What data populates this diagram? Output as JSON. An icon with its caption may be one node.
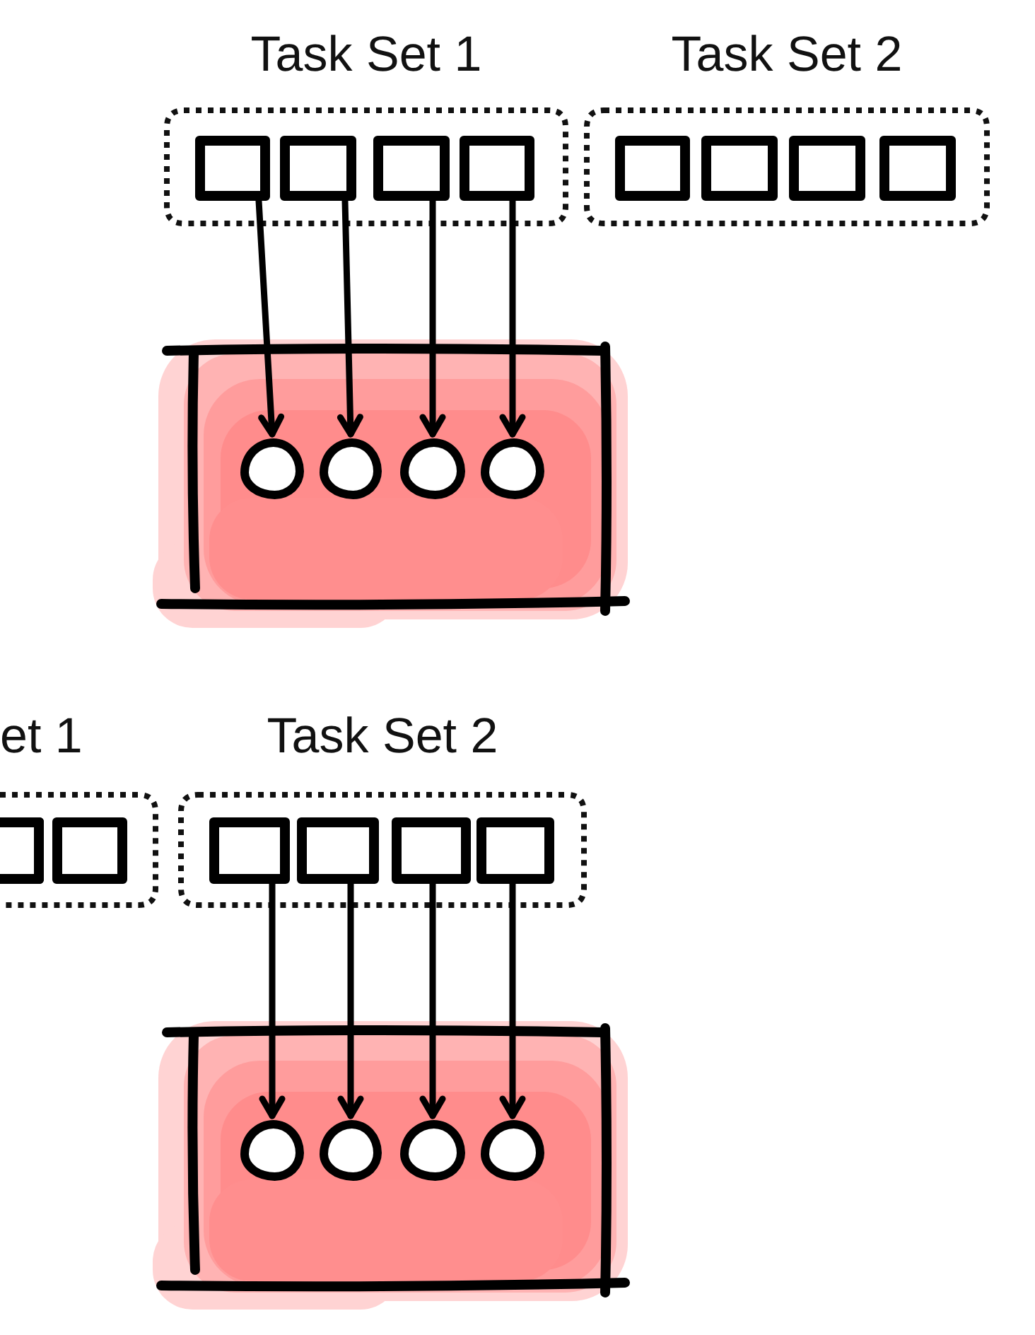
{
  "diagram": {
    "nodes": [
      {
        "text": [
          "Task Set 1"
        ]
      },
      {
        "text": [],
        "shape": "box",
        "in": 0
      },
      {
        "text": [],
        "shape": "box",
        "in": 0
      },
      {
        "text": [],
        "shape": "box",
        "in": 0
      },
      {
        "text": [],
        "shape": "box",
        "in": 0
      },
      {
        "text": [
          "Task Set 2"
        ]
      },
      {
        "text": [],
        "shape": "box",
        "in": 5
      },
      {
        "text": [],
        "shape": "box",
        "in": 5
      },
      {
        "text": [],
        "shape": "box",
        "in": 5
      },
      {
        "text": [],
        "shape": "box",
        "in": 5
      },
      {
        "text": [],
        "shape": "box"
      },
      {
        "text": [],
        "shape": "circle",
        "in": 10
      },
      {
        "text": [],
        "shape": "circle",
        "in": 10
      },
      {
        "text": [],
        "shape": "circle",
        "in": 10
      },
      {
        "text": [],
        "shape": "circle",
        "in": 10
      },
      {
        "text": [
          "et 1"
        ]
      },
      {
        "text": [],
        "shape": "box",
        "in": 15
      },
      {
        "text": [],
        "shape": "box",
        "in": 15
      },
      {
        "text": [
          "Task Set 2"
        ]
      },
      {
        "text": [],
        "shape": "box",
        "in": 18
      },
      {
        "text": [],
        "shape": "box",
        "in": 18
      },
      {
        "text": [],
        "shape": "box",
        "in": 18
      },
      {
        "text": [],
        "shape": "box",
        "in": 18
      },
      {
        "text": [],
        "shape": "box"
      },
      {
        "text": [],
        "shape": "circle",
        "in": 23
      },
      {
        "text": [],
        "shape": "circle",
        "in": 23
      },
      {
        "text": [],
        "shape": "circle",
        "in": 23
      },
      {
        "text": [],
        "shape": "circle",
        "in": 23
      }
    ],
    "edges": [
      {
        "from": 1,
        "to": 11,
        "arrow": "to"
      },
      {
        "from": 2,
        "to": 12,
        "arrow": "to"
      },
      {
        "from": 3,
        "to": 13,
        "arrow": "to"
      },
      {
        "from": 4,
        "to": 14,
        "arrow": "to"
      },
      {
        "from": 19,
        "to": 24,
        "arrow": "to"
      },
      {
        "from": 20,
        "to": 25,
        "arrow": "to"
      },
      {
        "from": 21,
        "to": 26,
        "arrow": "to"
      },
      {
        "from": 22,
        "to": 27,
        "arrow": "to"
      }
    ]
  }
}
